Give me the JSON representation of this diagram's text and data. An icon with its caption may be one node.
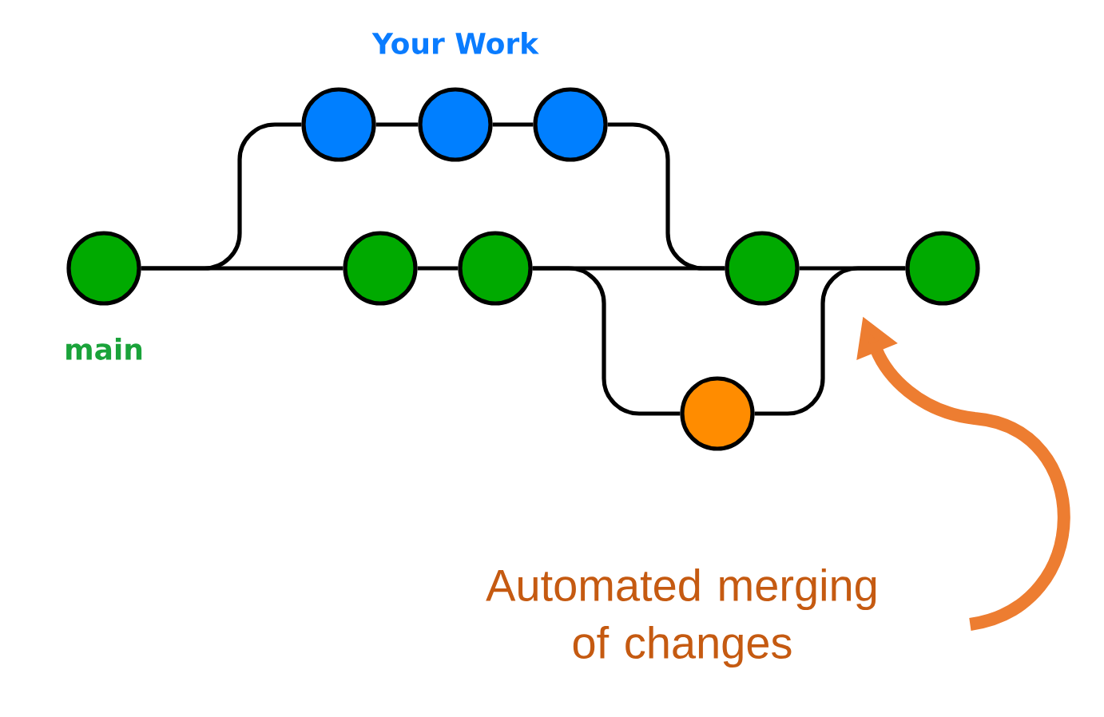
{
  "diagram": {
    "nodes": [
      {
        "text": [],
        "shape": "circle",
        "beside": [
          "main"
        ]
      },
      {
        "text": [],
        "shape": "circle"
      },
      {
        "text": [],
        "shape": "circle"
      },
      {
        "text": [],
        "shape": "circle"
      },
      {
        "text": [],
        "shape": "circle"
      },
      {
        "text": [],
        "shape": "circle"
      },
      {
        "text": [],
        "shape": "circle"
      },
      {
        "text": [],
        "shape": "circle"
      },
      {
        "text": [],
        "shape": "circle"
      },
      {
        "text": [
          "Automated merging of changes"
        ]
      }
    ],
    "edges": [
      {
        "from": 0,
        "to": 4,
        "arrow": "none"
      },
      {
        "from": 0,
        "to": 1,
        "arrow": "none"
      },
      {
        "from": 1,
        "to": 2,
        "arrow": "none"
      },
      {
        "from": 2,
        "to": 3,
        "arrow": "none"
      },
      {
        "from": 3,
        "to": 6,
        "arrow": "none"
      },
      {
        "from": 4,
        "to": 5,
        "arrow": "none"
      },
      {
        "from": 5,
        "to": 6,
        "arrow": "none"
      },
      {
        "from": 5,
        "to": 8,
        "arrow": "none"
      },
      {
        "from": 8,
        "to": 7,
        "arrow": "none"
      },
      {
        "from": 6,
        "to": 7,
        "arrow": "none"
      },
      {
        "from": 9,
        "to": null,
        "arrow": "to",
        "style": "thick",
        "color": "#ed7d31"
      }
    ],
    "labels": [
      "Your Work"
    ]
  }
}
